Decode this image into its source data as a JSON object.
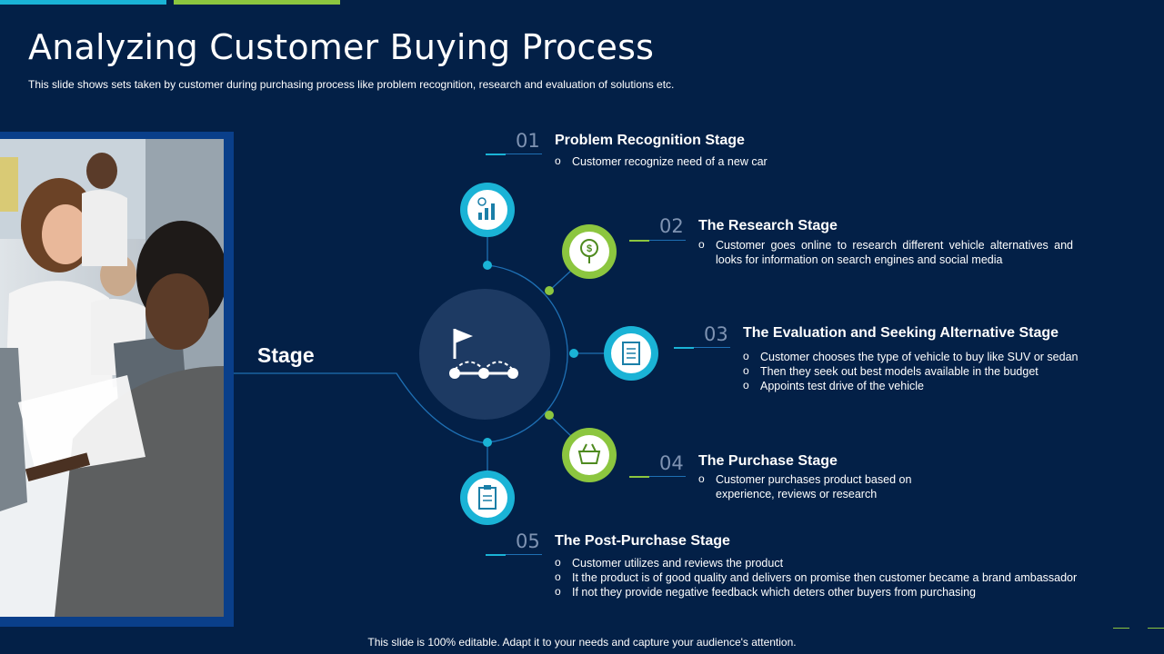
{
  "title": "Analyzing Customer Buying Process",
  "subtitle": "This slide shows sets taken by customer during purchasing process like problem recognition, research and evaluation of solutions etc.",
  "center_label": "Stage",
  "footer": "This slide is 100% editable. Adapt it to your needs and capture your audience's attention.",
  "colors": {
    "background": "#032047",
    "cyan": "#1ab3d6",
    "green": "#8cc63f",
    "hub": "#1d3a63"
  },
  "steps": [
    {
      "num": "01",
      "title": "Problem Recognition Stage",
      "color": "cyan",
      "icon": "idea-chart-icon",
      "points": [
        "Customer recognize need of a new car"
      ]
    },
    {
      "num": "02",
      "title": "The Research Stage",
      "color": "green",
      "icon": "dollar-bulb-icon",
      "points": [
        "Customer goes online to research different vehicle alternatives and looks for information on search engines and social media"
      ]
    },
    {
      "num": "03",
      "title": "The Evaluation and Seeking Alternative Stage",
      "color": "cyan",
      "icon": "document-checklist-icon",
      "points": [
        "Customer chooses the type of vehicle to buy like SUV or sedan",
        "Then they seek out best models available  in the budget",
        "Appoints test drive  of the vehicle"
      ]
    },
    {
      "num": "04",
      "title": "The Purchase Stage",
      "color": "green",
      "icon": "shopping-basket-icon",
      "points": [
        "Customer purchases product based on experience,  reviews  or research"
      ]
    },
    {
      "num": "05",
      "title": "The Post-Purchase Stage",
      "color": "cyan",
      "icon": "clipboard-review-icon",
      "points": [
        "Customer utilizes and reviews  the product",
        "It the product is of good quality and delivers  on promise then customer became a brand ambassador",
        "If not they provide  negative feedback which deters other buyers from  purchasing"
      ]
    }
  ]
}
